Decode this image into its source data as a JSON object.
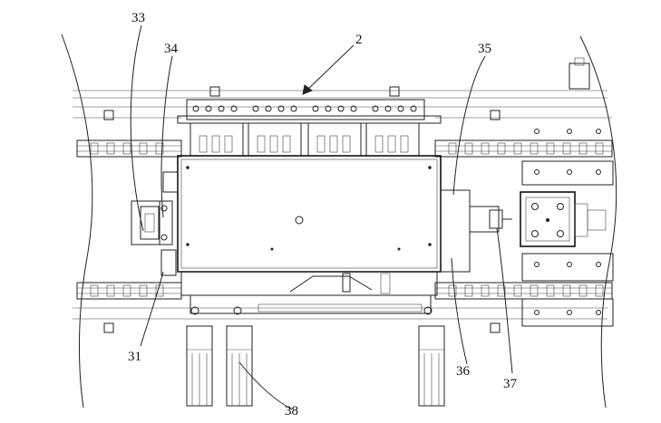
{
  "figure": {
    "labels": {
      "l2": "2",
      "l31": "31",
      "l33": "33",
      "l34": "34",
      "l35": "35",
      "l36": "36",
      "l37": "37",
      "l38": "38"
    }
  }
}
